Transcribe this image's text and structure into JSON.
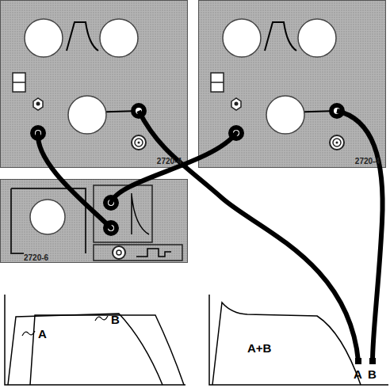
{
  "diagram": {
    "nodes": [
      {
        "text": [
          "2720-4"
        ]
      },
      {
        "text": [
          "2720-4"
        ]
      },
      {
        "text": [
          "2720-6"
        ]
      }
    ],
    "edges": [
      {
        "from": 0,
        "to": 2,
        "arrow": "none"
      },
      {
        "from": 1,
        "to": 2,
        "arrow": "none"
      }
    ],
    "labels": [
      "A",
      "B",
      "A",
      "B",
      "A+B"
    ]
  }
}
